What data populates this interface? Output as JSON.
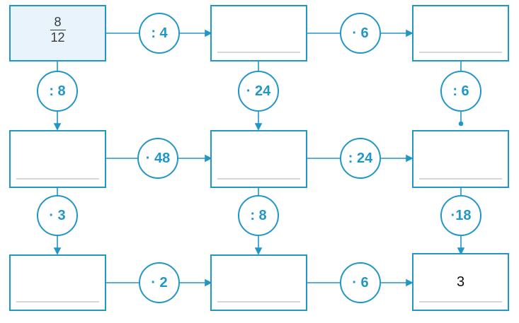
{
  "start_value": {
    "numerator": "8",
    "denominator": "12"
  },
  "known_value": "3",
  "ops": {
    "r1c1": ": 4",
    "r1c2": "· 6",
    "v1c0": ": 8",
    "v1c1": "· 24",
    "v1c2": ": 6",
    "r2c1": "· 48",
    "r2c2": ": 24",
    "v2c0": "· 3",
    "v2c1": ": 8",
    "v2c2": "·18",
    "r3c1": "· 2",
    "r3c2": "· 6"
  },
  "colors": {
    "accent": "#2196c8",
    "start_fill": "#e8f3fb",
    "hint_line": "#d4d6d8"
  }
}
